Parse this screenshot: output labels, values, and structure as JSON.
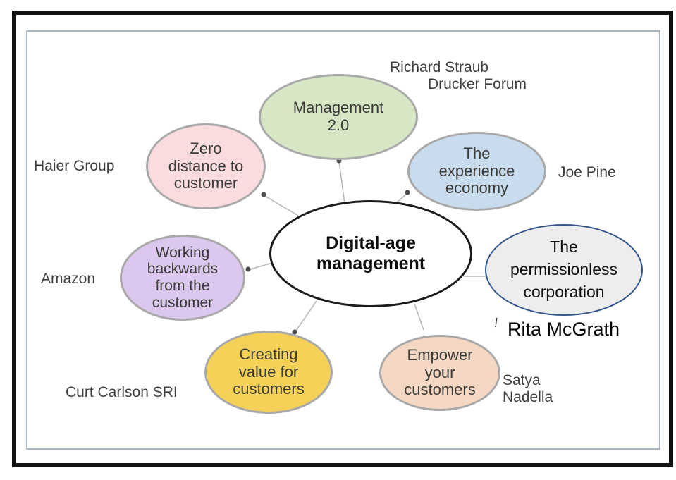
{
  "diagram": {
    "center": {
      "label": "Digital-age\nmanagement",
      "fill": "#ffffff",
      "border_color": "#1b1b1b"
    },
    "nodes": [
      {
        "id": "management-2-0",
        "label": "Management\n2.0",
        "fill": "#d7e6c5",
        "border_color": "#a9a9a9",
        "attribution_lines": [
          "Richard Straub",
          "Drucker Forum"
        ]
      },
      {
        "id": "zero-distance-to-customer",
        "label": "Zero\ndistance to\ncustomer",
        "fill": "#fadcdf",
        "border_color": "#a9a9a9",
        "attribution": "Haier Group"
      },
      {
        "id": "the-experience-economy",
        "label": "The\nexperience\neconomy",
        "fill": "#c8dcee",
        "border_color": "#a9a9a9",
        "attribution": "Joe Pine"
      },
      {
        "id": "working-backwards-from-the-customer",
        "label": "Working\nbackwards\nfrom the\ncustomer",
        "fill": "#dcc8ee",
        "border_color": "#a9a9a9",
        "attribution": "Amazon"
      },
      {
        "id": "the-permissionless-corporation",
        "label": "The\npermissionless\ncorporation",
        "fill": "#ededed",
        "border_color": "#33558a",
        "attribution": "Rita McGrath"
      },
      {
        "id": "creating-value-for-customers",
        "label": "Creating\nvalue for\ncustomers",
        "fill": "#f6d157",
        "border_color": "#a9a9a9",
        "attribution": "Curt Carlson SRI"
      },
      {
        "id": "empower-your-customers",
        "label": "Empower\nyour\ncustomers",
        "fill": "#f5d8c3",
        "border_color": "#a9a9a9",
        "attribution": "Satya\nNadella"
      }
    ],
    "stray_mark": "!",
    "connector_color": "#b9b9b9",
    "dot_color": "#4a4a4a",
    "frame_outer_color": "#141414",
    "frame_inner_color": "#a9b6c6"
  }
}
